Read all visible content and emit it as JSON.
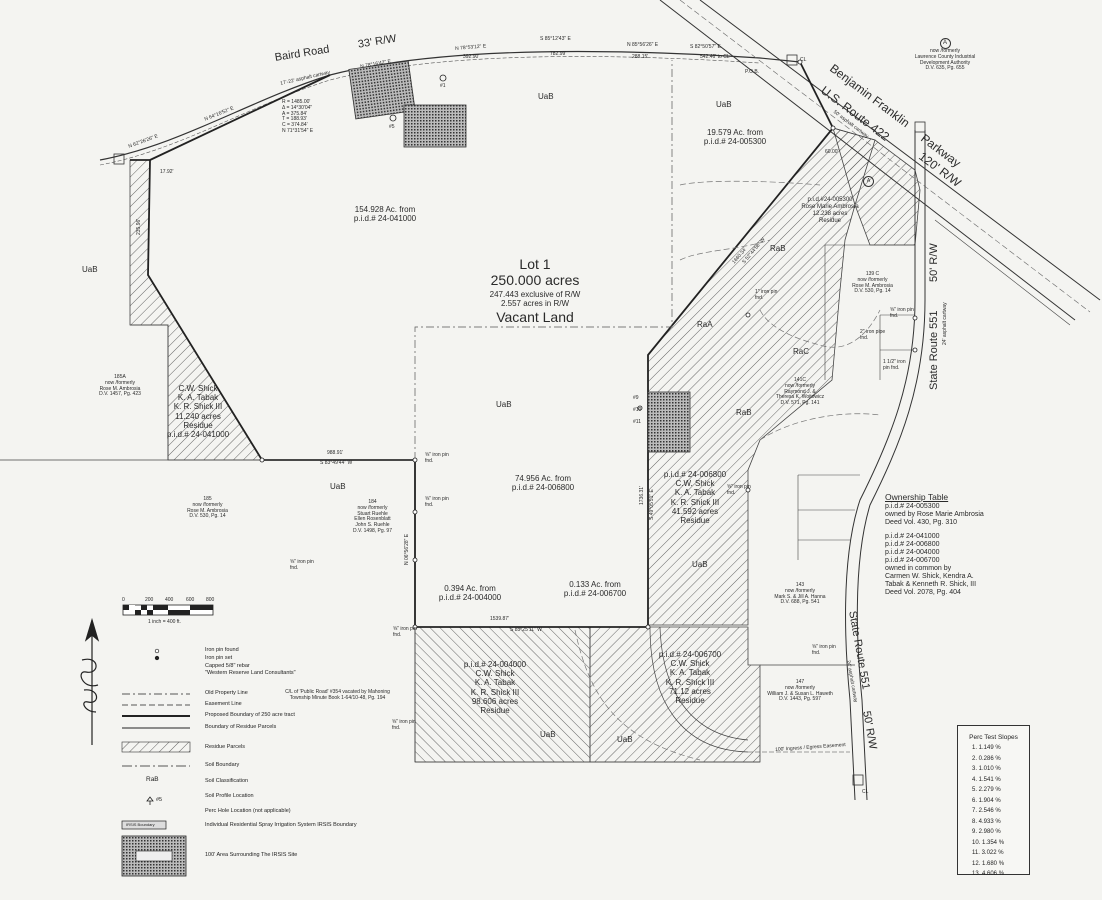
{
  "roads": {
    "baird_road": "Baird Road",
    "baird_rw": "33' R/W",
    "baird_paving": "17'-22' asphalt cartway",
    "benjamin_franklin": "Benjamin Franklin",
    "us_route": "U.S. Route 422",
    "parkway": "Parkway",
    "parkway_rw": "120' R/W",
    "state_route_551_north": "State Route 551",
    "sr551_rw_north": "50' R/W",
    "state_route_551_south": "State Route 551",
    "sr551_rw_south": "50' R/W",
    "cartway_north": "24' asphalt cartway",
    "cartway_south": "24' asphalt cartway",
    "us422_cartway": "50' asphalt cartway"
  },
  "bearings": {
    "b1": "S 85°12'43\" E",
    "b2": "N 85°56'26\" E",
    "b3": "S 82°50'57\" E",
    "b4": "N 78°16'42\" E",
    "b5": "N 78°53'12\" E",
    "b6": "N 64°16'52\" E",
    "b7": "N 62°26'26\" E",
    "b8": "S 83°49'44\" W",
    "b9": "S 85°25'11\" W",
    "b10": "N 06°56'28\" E",
    "b11": "S 49°05'51\" E",
    "b12": "S 52°44'58\" W",
    "d1": "782.99'",
    "d2": "288.15'",
    "d3": "392.90'",
    "d4": "988.91'",
    "d5": "1539.87'",
    "d6": "1736.31'",
    "d7": "1660.34'",
    "d8": "17.92'",
    "d9": "60.00'",
    "d10": "235.96'",
    "d11": "542.46' to CL",
    "pob": "P.O.B.",
    "curve_r": "R = 1485.00'",
    "curve_delta": "Δ = 14°30'04\"",
    "curve_a": "A = 375.84'",
    "curve_t": "T = 188.93'",
    "curve_c": "C = 374.84'",
    "curve_ch": "N 71°31'54\" E"
  },
  "lot1": {
    "title": "Lot 1",
    "acres": "250.000 acres",
    "exclusive": "247.443 exclusive of R/W",
    "in_rw": "2.557 acres in R/W",
    "vacant": "Vacant Land"
  },
  "parcels": {
    "p154_line1": "154.928 Ac. from",
    "p154_line2": "p.i.d.# 24-041000",
    "p19_line1": "19.579 Ac. from",
    "p19_line2": "p.i.d.# 24-005300",
    "p74_line1": "74.956 Ac. from",
    "p74_line2": "p.i.d.# 24-006800",
    "p0394_line1": "0.394 Ac. from",
    "p0394_line2": "p.i.d.# 24-004000",
    "p0133_line1": "0.133 Ac. from",
    "p0133_line2": "p.i.d.# 24-006700",
    "res_ambrosia": [
      "p.i.d.#24-005300",
      "Rose Marie Ambrosia",
      "12.238 acres",
      "Residue"
    ],
    "res_shick_11": [
      "C.W. Shick",
      "K. A. Tabak",
      "K. R. Shick III",
      "11.240 acres",
      "Residue",
      "p.i.d.# 24-041000"
    ],
    "res_shick_41": [
      "p.i.d.# 24-006800",
      "C.W. Shick",
      "K. A. Tabak",
      "K. R. Shick III",
      "41.592 acres",
      "Residue"
    ],
    "res_shick_98": [
      "p.i.d.# 24-004000",
      "C.W. Shick",
      "K. A. Tabak",
      "K. R. Shick III",
      "98.606 acres",
      "Residue"
    ],
    "res_shick_71": [
      "p.i.d.# 24-006700",
      "C.W. Shick",
      "K. A. Tabak",
      "K. R. Shick III",
      "71.12 acres",
      "Residue"
    ]
  },
  "neighbors": {
    "n185a": [
      "185A",
      "now /formerly",
      "Rose M. Ambrosia",
      "D.V. 1457, Pg. 423"
    ],
    "n185": [
      "185",
      "now /formerly",
      "Rose M. Ambrosia",
      "D.V. 530, Pg. 14"
    ],
    "n184": [
      "184",
      "now /formerly",
      "Stuart Ruehle",
      "Ellen Rosenblatt",
      "John S. Ruehle",
      "D.V. 1498, Pg. 97"
    ],
    "n139c": [
      "139 C",
      "now /formerly",
      "Rose M. Ambrosia",
      "D.V. 530, Pg. 14"
    ],
    "n141c": [
      "141C",
      "now /formerly",
      "Raymond J. &",
      "Theresa K. Wojtowicz",
      "D.V. 571, Pg. 141"
    ],
    "n143": [
      "143",
      "now /formerly",
      "Mark S. & Jill A. Hanna",
      "D.V. 688, Pg. 541"
    ],
    "n147": [
      "147",
      "now /formerly",
      "William J. & Susan L. Haweth",
      "D.V. 1443, Pg. 597"
    ],
    "nA": [
      "now /formerly",
      "Lawrence County Industrial",
      "Development Authority",
      "D.V. 635, Pg. 655"
    ]
  },
  "soils": {
    "uab": "UaB",
    "rab": "RaB",
    "raa": "RaA",
    "rac": "RaC"
  },
  "pins": {
    "found": "⅝\" iron pin fnd.",
    "pipe": "2\" iron pipe fnd.",
    "pin_fnd": "1 1/2\" iron pin fnd.",
    "irx": "1\" iron pin fnd."
  },
  "ownership": {
    "title": "Ownership Table",
    "rows": [
      "p.i.d.# 24-005300",
      "owned by Rose Marie Ambrosia",
      "Deed Vol. 430, Pg. 310",
      "",
      "p.i.d.# 24-041000",
      "p.i.d.# 24-006800",
      "p.i.d.# 24-004000",
      "p.i.d.# 24-006700",
      "owned in common by",
      "Carmen W. Shick, Kendra A.",
      "Tabak & Kenneth R. Shick, III",
      "Deed Vol. 2078, Pg. 404"
    ]
  },
  "perc": {
    "title": "Perc Test Slopes",
    "rows": [
      "1.  1.149 %",
      "2.  0.286 %",
      "3.  1.010 %",
      "4.  1.541 %",
      "5.  2.279 %",
      "6.  1.904 %",
      "7.  2.546 %",
      "8.  4.933 %",
      "9.  2.980 %",
      "10.  1.354 %",
      "11.  3.022 %",
      "12.  1.680 %",
      "13.  4.606 %"
    ]
  },
  "scale": {
    "label": "1 inch = 400 ft.",
    "ticks": [
      "0",
      "200",
      "400",
      "600",
      "800"
    ]
  },
  "legend": {
    "items": [
      "Iron pin found",
      "Iron pin set",
      "Capped 5/8\" rebar",
      "\"Western Reserve Land Consultants\"",
      "Old Property Line",
      "Easement Line",
      "Proposed Boundary of 250 acre tract",
      "Boundary of Residue Parcels",
      "Residue Parcels",
      "Soil Boundary",
      "Soil Classification",
      "Soil Profile Location",
      "Perc Hole Location (not applicable)",
      "Individual Residential Spray Irrigation System IRSIS Boundary",
      "100' Area Surrounding The IRSIS Site"
    ],
    "soil_code": "RaB",
    "perc_no": "#5",
    "irsis_box": "IRSIS Boundary"
  },
  "notes": {
    "public_road": "C/L of 'Public Road' #354 vacated by Mahoning Township Minute Book 1-64/10-48, Pg. 194",
    "easement": "100' Ingress / Egress Easement",
    "circleA": "A",
    "perc1": "#1",
    "perc5": "#5",
    "perc9": "#9",
    "perc10": "#10",
    "perc11": "#11",
    "cl": "CL"
  }
}
